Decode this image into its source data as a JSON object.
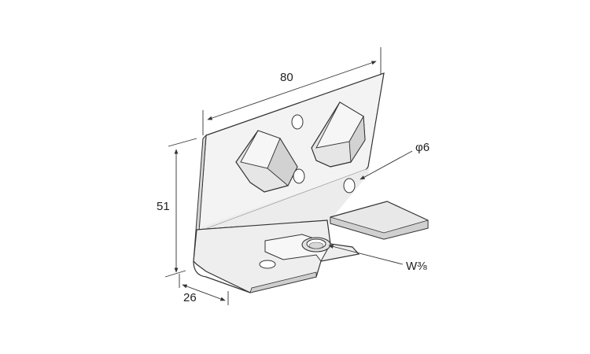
{
  "dimensions": {
    "width": "80",
    "height": "51",
    "depth": "26",
    "hole": "φ6",
    "thread": "W⅜"
  },
  "colors": {
    "line": "#333333",
    "plate_top": "#f2f2f2",
    "plate_side": "#dcdcdc",
    "plate_edge": "#bdbdbd",
    "hole": "#ffffff",
    "tab_face": "#e4e4e4",
    "tab_dark": "#c8c8c8"
  }
}
